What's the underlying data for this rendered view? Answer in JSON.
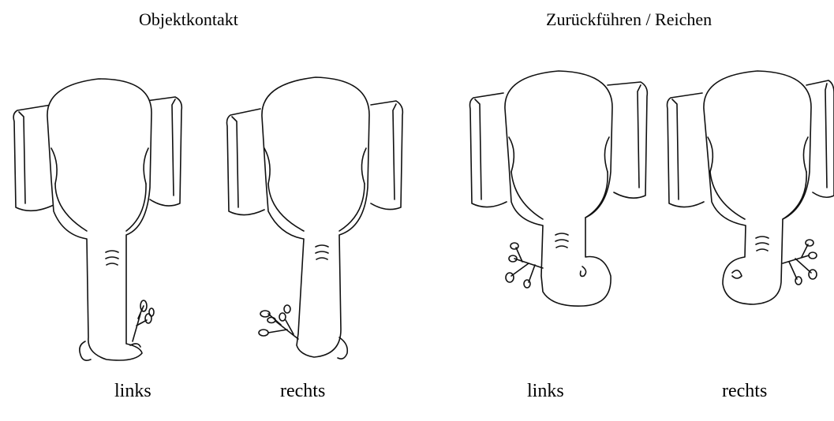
{
  "titles": {
    "left": "Objektkontakt",
    "right": "Zurückführen / Reichen"
  },
  "labels": [
    "links",
    "rechts",
    "links",
    "rechts"
  ]
}
